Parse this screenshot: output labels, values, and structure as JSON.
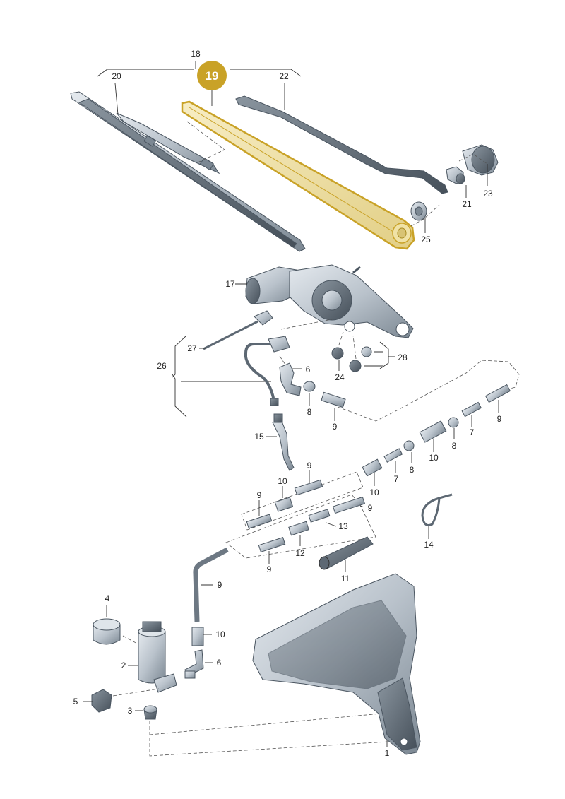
{
  "callouts": {
    "c1": "1",
    "c2": "2",
    "c3": "3",
    "c4": "4",
    "c5": "5",
    "c6a": "6",
    "c6b": "6",
    "c7a": "7",
    "c7b": "7",
    "c8a": "8",
    "c8b": "8",
    "c8c": "8",
    "c9a": "9",
    "c9b": "9",
    "c9c": "9",
    "c9d": "9",
    "c9e": "9",
    "c9f": "9",
    "c9g": "9",
    "c10a": "10",
    "c10b": "10",
    "c10c": "10",
    "c10d": "10",
    "c11": "11",
    "c12": "12",
    "c13": "13",
    "c14": "14",
    "c15": "15",
    "c17": "17",
    "c18": "18",
    "c19": "19",
    "c20": "20",
    "c21": "21",
    "c22": "22",
    "c23": "23",
    "c24": "24",
    "c25": "25",
    "c26": "26",
    "c27": "27",
    "c28": "28"
  },
  "colors": {
    "highlight": "#c9a227",
    "highlight_fill": "#f3e6b0",
    "part_fill": "#c3cbd3",
    "part_dark": "#5d6873",
    "line": "#333333"
  }
}
